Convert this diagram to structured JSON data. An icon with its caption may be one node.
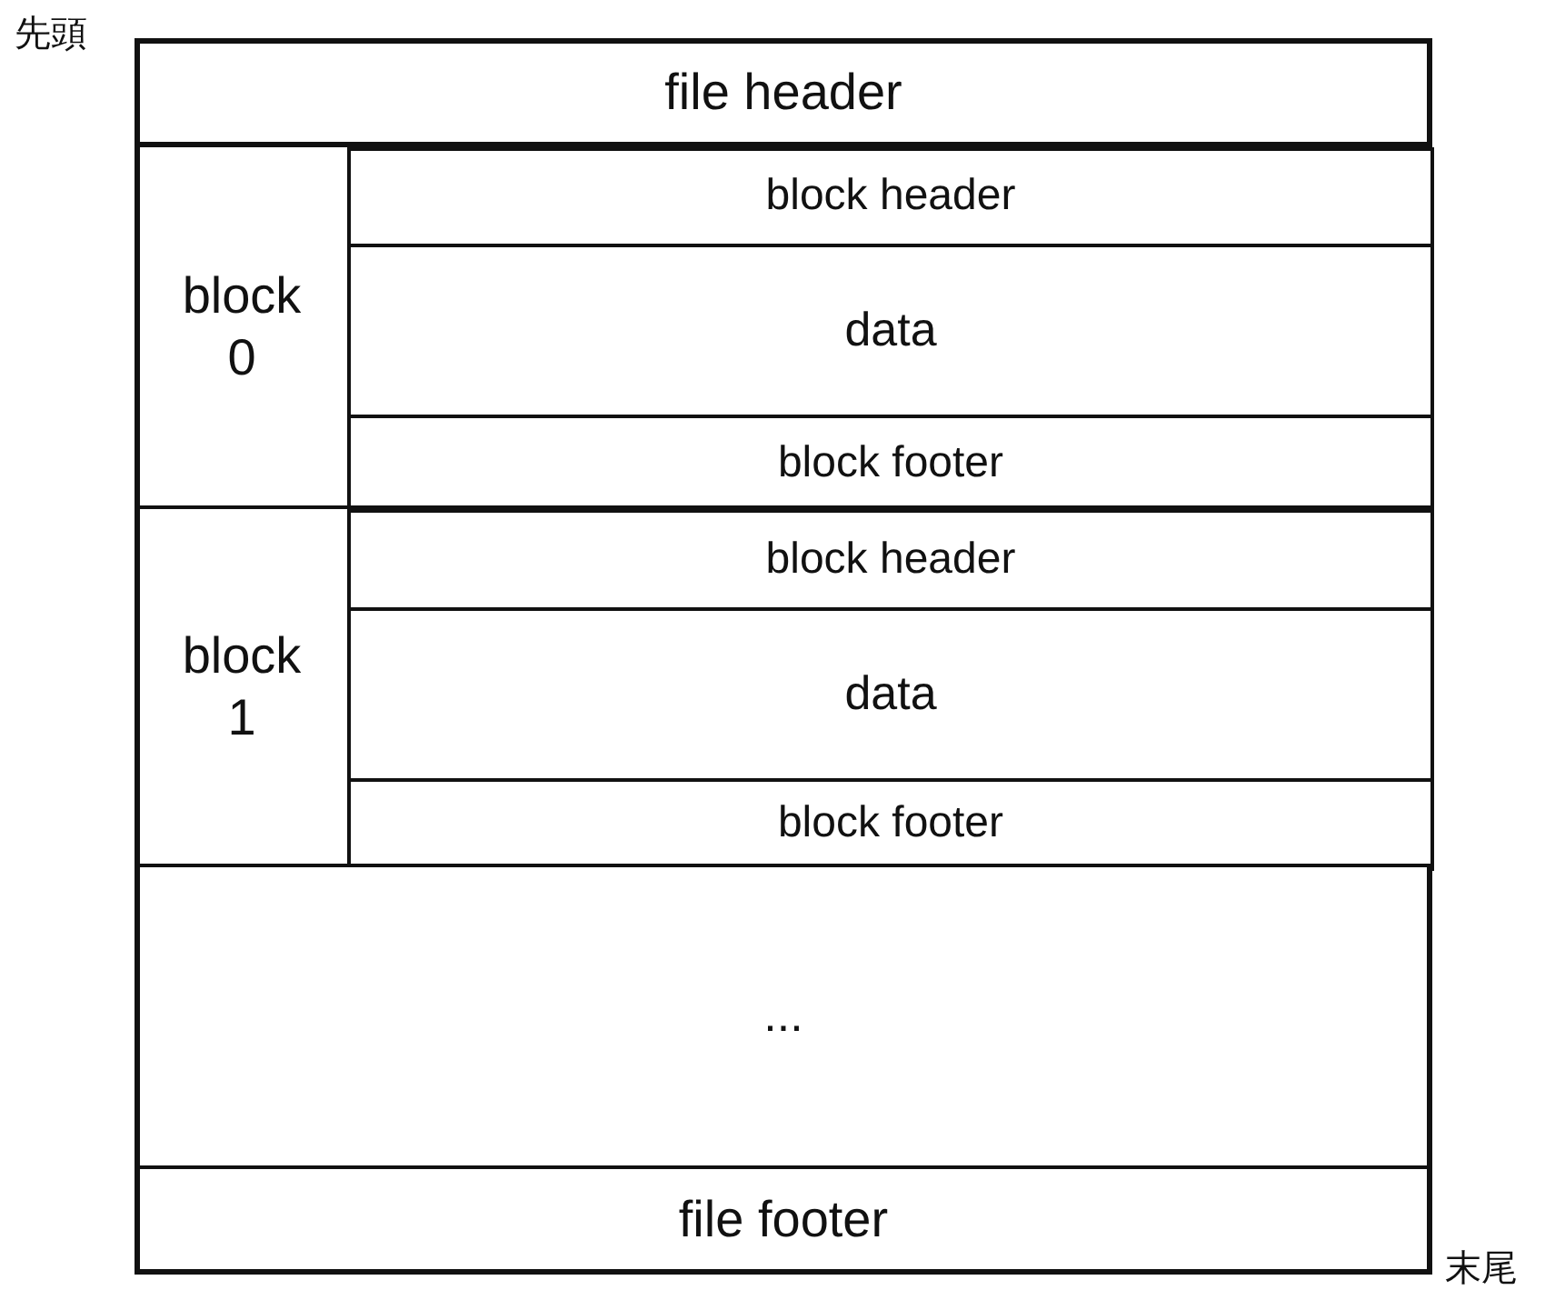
{
  "diagram": {
    "nodes": [
      {
        "text": [
          "file header"
        ]
      },
      {
        "text": [
          "block 0"
        ]
      },
      {
        "text": [
          "block header"
        ],
        "in": 1
      },
      {
        "text": [
          "data"
        ],
        "in": 1
      },
      {
        "text": [
          "block footer"
        ],
        "in": 1
      },
      {
        "text": [
          "block 1"
        ]
      },
      {
        "text": [
          "block header"
        ],
        "in": 5
      },
      {
        "text": [
          "data"
        ],
        "in": 5
      },
      {
        "text": [
          "block footer"
        ],
        "in": 5
      },
      {
        "text": [
          "..."
        ]
      },
      {
        "text": [
          "file footer"
        ]
      }
    ],
    "edges": [],
    "labels": [
      "先頭",
      "末尾"
    ]
  }
}
